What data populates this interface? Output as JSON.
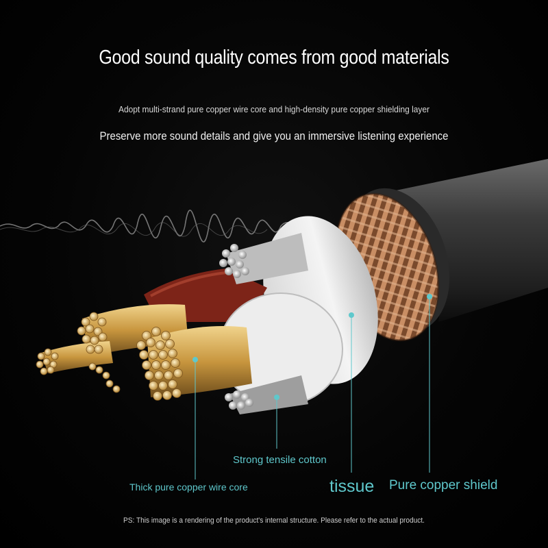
{
  "header": {
    "title": "Good sound quality comes from good materials",
    "line1": "Adopt multi-strand pure copper wire core and high-density pure copper shielding layer",
    "line2": "Preserve more sound details and give you an immersive listening experience"
  },
  "labels": {
    "core": "Thick pure copper wire core",
    "cotton": "Strong tensile cotton",
    "tissue": "tissue",
    "shield": "Pure copper shield"
  },
  "footer": {
    "note": "PS: This image is a rendering of the product's internal structure. Please refer to the actual product."
  },
  "colors": {
    "accent": "#5fc8cc",
    "copper": "#c8885a",
    "gold": "#d9b35a",
    "jacket": "#3a3a3a",
    "red": "#8a2a1e"
  }
}
